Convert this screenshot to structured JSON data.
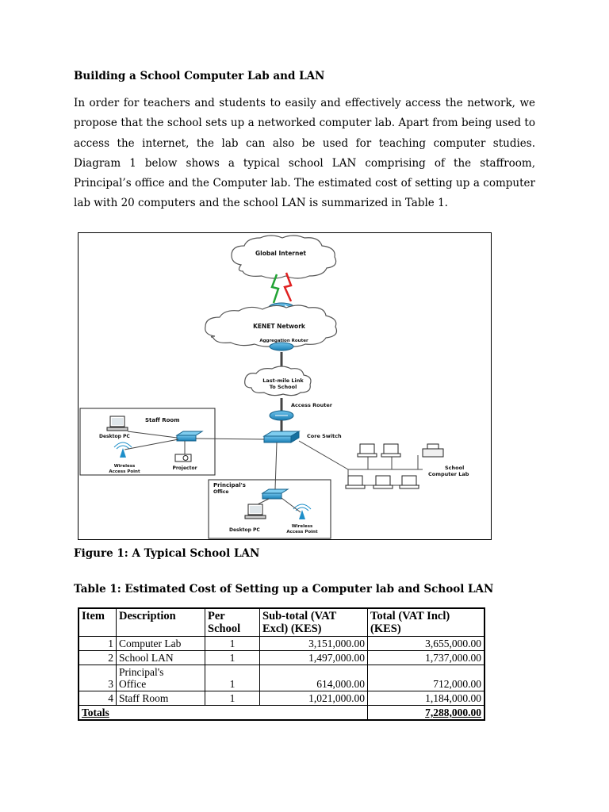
{
  "document": {
    "heading": "Building a School Computer Lab and LAN",
    "paragraph": "In order for teachers and students to easily and effectively access the network, we propose that the school sets up a networked computer lab. Apart from being used to access the internet, the lab can also be used for teaching computer studies. Diagram 1 below shows a typical school LAN comprising of the staffroom, Principal’s office and the Computer lab. The estimated cost of setting up a computer lab with 20 computers and the school LAN is summarized in Table 1.",
    "figure_caption": "Figure 1: A Typical School LAN",
    "table_caption": "Table 1: Estimated Cost of Setting up a Computer lab and School LAN"
  },
  "diagram": {
    "global_internet": "Global Internet",
    "kenet_network": "KENET Network",
    "aggregation_router": "Aggregation Router",
    "last_mile_1": "Last-mile Link",
    "last_mile_2": "To School",
    "access_router": "Access Router",
    "core_switch": "Core Switch",
    "staff_room": "Staff Room",
    "desktop_pc_staff": "Desktop PC",
    "wireless_staff_1": "Wireless",
    "wireless_staff_2": "Access Point",
    "projector": "Projector",
    "principals_1": "Principal's",
    "principals_2": "Office",
    "desktop_pc_principal": "Desktop PC",
    "wireless_principal_1": "Wireless",
    "wireless_principal_2": "Access Point",
    "school_lab_1": "School",
    "school_lab_2": "Computer Lab",
    "colors": {
      "device_blue": "#1e8fc9",
      "link_green": "#22a335",
      "link_red": "#e02020"
    }
  },
  "cost_table": {
    "headers": {
      "item": "Item",
      "description": "Description",
      "per_1": "Per",
      "per_2": "School",
      "sub_1": "Sub-total (VAT",
      "sub_2": "Excl) (KES)",
      "tot_1": "Total (VAT Incl)",
      "tot_2": "(KES)"
    },
    "rows": [
      {
        "item": "1",
        "description": "Computer Lab",
        "per_school": "1",
        "subtotal": "3,151,000.00",
        "total": "3,655,000.00"
      },
      {
        "item": "2",
        "description": "School LAN",
        "per_school": "1",
        "subtotal": "1,497,000.00",
        "total": "1,737,000.00"
      },
      {
        "item": "3",
        "description_1": "Principal's",
        "description_2": "Office",
        "per_school": "1",
        "subtotal": "614,000.00",
        "total": "712,000.00"
      },
      {
        "item": "4",
        "description": "Staff Room",
        "per_school": "1",
        "subtotal": "1,021,000.00",
        "total": "1,184,000.00"
      }
    ],
    "totals_label": "Totals",
    "totals_value": "7,288,000.00"
  }
}
